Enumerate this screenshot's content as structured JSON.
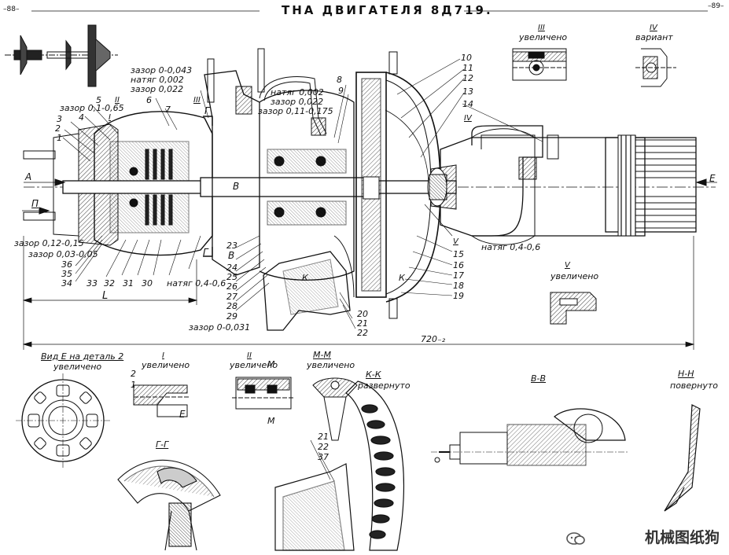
{
  "page": {
    "title": "ТНА ДВИГАТЕЛЯ 8Д719.",
    "page_left": "–88–",
    "page_right": "–89–"
  },
  "views": {
    "view_iii": "III",
    "view_iii_caption": "увеличено",
    "view_iv": "IV",
    "view_iv_caption": "вариант",
    "view_v": "V",
    "view_v_caption": "увеличено",
    "vid_e": "Вид Е на деталь 2",
    "vid_e_caption": "увеличено",
    "view_i": "I",
    "view_i_caption": "увеличено",
    "view_ii": "II",
    "view_ii_caption": "увеличено",
    "mm": "М-М",
    "mm_caption": "увеличено",
    "kk": "К-К",
    "kk_caption": "развернуто",
    "vv": "В-В",
    "nn": "Н-Н",
    "nn_caption": "повернуто",
    "gg": "Г-Г"
  },
  "clearances": {
    "z1": "зазор 0-0,043",
    "z2": "натяг 0,002",
    "z3": "зазор 0,022",
    "z4": "натяг 0,002",
    "z5": "зазор 0,022",
    "z6": "зазор 0,11-0,175",
    "z7": "зазор 0,1-0,65",
    "z8": "зазор 0,12-0,15",
    "z9": "зазор 0,03-0,05",
    "z10": "натяг 0,4-0,6",
    "z11": "зазор 0-0,031",
    "z12": "натяг 0,4-0,6"
  },
  "dims": {
    "overall": "720₋₂",
    "l": "L"
  },
  "letters": {
    "a": "А",
    "p": "П",
    "e": "Е",
    "g": "Г",
    "v": "В",
    "k": "К",
    "m": "М"
  },
  "callouts": {
    "n1": "1",
    "n2": "2",
    "n3": "3",
    "n4": "4",
    "n5": "5",
    "n6": "6",
    "n7": "7",
    "n8": "8",
    "n9": "9",
    "n10": "10",
    "n11": "11",
    "n12": "12",
    "n13": "13",
    "n14": "14",
    "n15": "15",
    "n16": "16",
    "n17": "17",
    "n18": "18",
    "n19": "19",
    "n20": "20",
    "n21": "21",
    "n22": "22",
    "n23": "23",
    "n24": "24",
    "n25": "25",
    "n26": "26",
    "n27": "27",
    "n28": "28",
    "n29": "29",
    "n30": "30",
    "n31": "31",
    "n32": "32",
    "n33": "33",
    "n34": "34",
    "n35": "35",
    "n36": "36",
    "n37": "37",
    "r1": "I",
    "r2": "II",
    "r3": "III",
    "r4": "IV",
    "r5": "V"
  },
  "watermark": "机械图纸狗",
  "colors": {
    "ink": "#111111",
    "paper": "#ffffff",
    "hatch": "#222222"
  }
}
